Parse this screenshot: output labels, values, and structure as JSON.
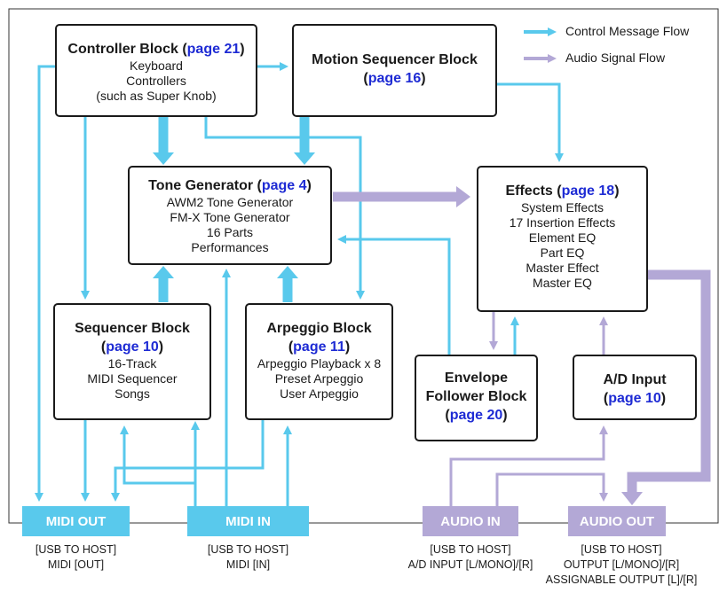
{
  "legend": {
    "control_label": "Control Message Flow",
    "audio_label": "Audio Signal Flow"
  },
  "colors": {
    "control": "#59c9ec",
    "audio": "#b3a8d6",
    "page_link": "#1e2bd4",
    "border": "#1a1a1a"
  },
  "blocks": {
    "controller": {
      "title": "Controller Block",
      "page": "page 21",
      "lines": [
        "Keyboard",
        "Controllers",
        "(such as Super Knob)"
      ]
    },
    "motion_sequencer": {
      "title": "Motion Sequencer Block",
      "page": "page 16"
    },
    "tone_generator": {
      "title": "Tone Generator",
      "page": "page 4",
      "lines": [
        "AWM2 Tone Generator",
        "FM-X Tone Generator",
        "16 Parts",
        "Performances"
      ]
    },
    "effects": {
      "title": "Effects",
      "page": "page 18",
      "lines": [
        "System Effects",
        "17 Insertion Effects",
        "Element EQ",
        "Part EQ",
        "Master Effect",
        "Master EQ"
      ]
    },
    "sequencer": {
      "title": "Sequencer Block",
      "page": "page 10",
      "lines": [
        "16-Track",
        "MIDI Sequencer",
        "Songs"
      ]
    },
    "arpeggio": {
      "title": "Arpeggio Block",
      "page": "page 11",
      "lines": [
        "Arpeggio Playback x 8",
        "Preset Arpeggio",
        "User Arpeggio"
      ]
    },
    "envelope_follower": {
      "title_line1": "Envelope",
      "title_line2": "Follower Block",
      "page": "page 20"
    },
    "ad_input": {
      "title": "A/D Input",
      "page": "page 10"
    }
  },
  "ports": {
    "midi_out": {
      "label": "MIDI OUT",
      "caption": [
        "[USB TO HOST]",
        "MIDI [OUT]"
      ]
    },
    "midi_in": {
      "label": "MIDI IN",
      "caption": [
        "[USB TO HOST]",
        "MIDI [IN]"
      ]
    },
    "audio_in": {
      "label": "AUDIO IN",
      "caption": [
        "[USB TO HOST]",
        "A/D INPUT [L/MONO]/[R]"
      ]
    },
    "audio_out": {
      "label": "AUDIO OUT",
      "caption": [
        "[USB TO HOST]",
        "OUTPUT [L/MONO]/[R]",
        "ASSIGNABLE OUTPUT [L]/[R]"
      ]
    }
  }
}
